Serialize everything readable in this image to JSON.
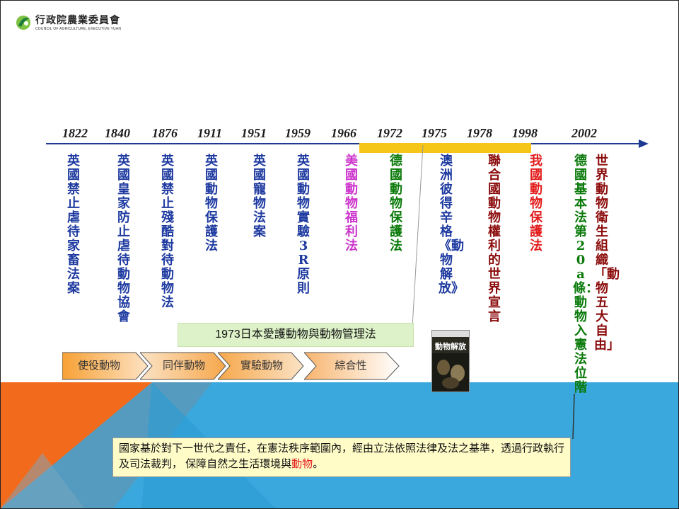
{
  "logo": {
    "org_cn": "行政院農業委員會",
    "org_en": "COUNCIL OF AGRICULTURE, EXECUTIVE YUAN"
  },
  "years": [
    "1822",
    "1840",
    "1876",
    "1911",
    "1951",
    "1959",
    "1966",
    "1972",
    "1975",
    "1978",
    "1998",
    "2002"
  ],
  "events": [
    {
      "text": "英國禁止虐待家畜法案",
      "color": "blue"
    },
    {
      "text": "英國皇家防止虐待動物協會",
      "color": "blue"
    },
    {
      "text": "英國禁止殘酷對待動物法",
      "color": "blue"
    },
    {
      "text": "英國動物保護法",
      "color": "blue"
    },
    {
      "text": "英國寵物法案",
      "color": "blue"
    },
    {
      "text": "英國動物實驗3R原則",
      "color": "blue"
    },
    {
      "text": "美國動物福利法",
      "color": "purple"
    },
    {
      "text": "德國動物保護法",
      "color": "green"
    },
    {
      "text": "澳洲彼得辛格《動物解放》",
      "color": "blue"
    },
    {
      "text": "聯合國動物權利的世界宣言",
      "color": "maroon"
    },
    {
      "text": "我國動物保護法",
      "color": "red"
    },
    {
      "text": "德國基本法第20a條：動物入憲法位階",
      "color": "green"
    },
    {
      "text": "世界動物衛生組織「動物五大自由」",
      "color": "maroon"
    }
  ],
  "japan_note": "1973日本愛護動物與動物管理法",
  "stages": [
    "使役動物",
    "同伴動物",
    "實驗動物",
    "綜合性"
  ],
  "book": {
    "title": "動物解放"
  },
  "quote": {
    "main": "國家基於對下一世代之責任，在憲法秩序範圍內，經由立法依照法律及法之基準，透過行政執行及司法裁判， 保障自然之生活環境與",
    "highlight": "動物",
    "end": "。"
  },
  "colors": {
    "timeline": "#1f3a93",
    "gold": "#f5c518",
    "orange": "#f26b1d",
    "sky": "#3aa8dc",
    "green_box": "#ddf2c8",
    "quote_bg": "#fffcc8"
  }
}
